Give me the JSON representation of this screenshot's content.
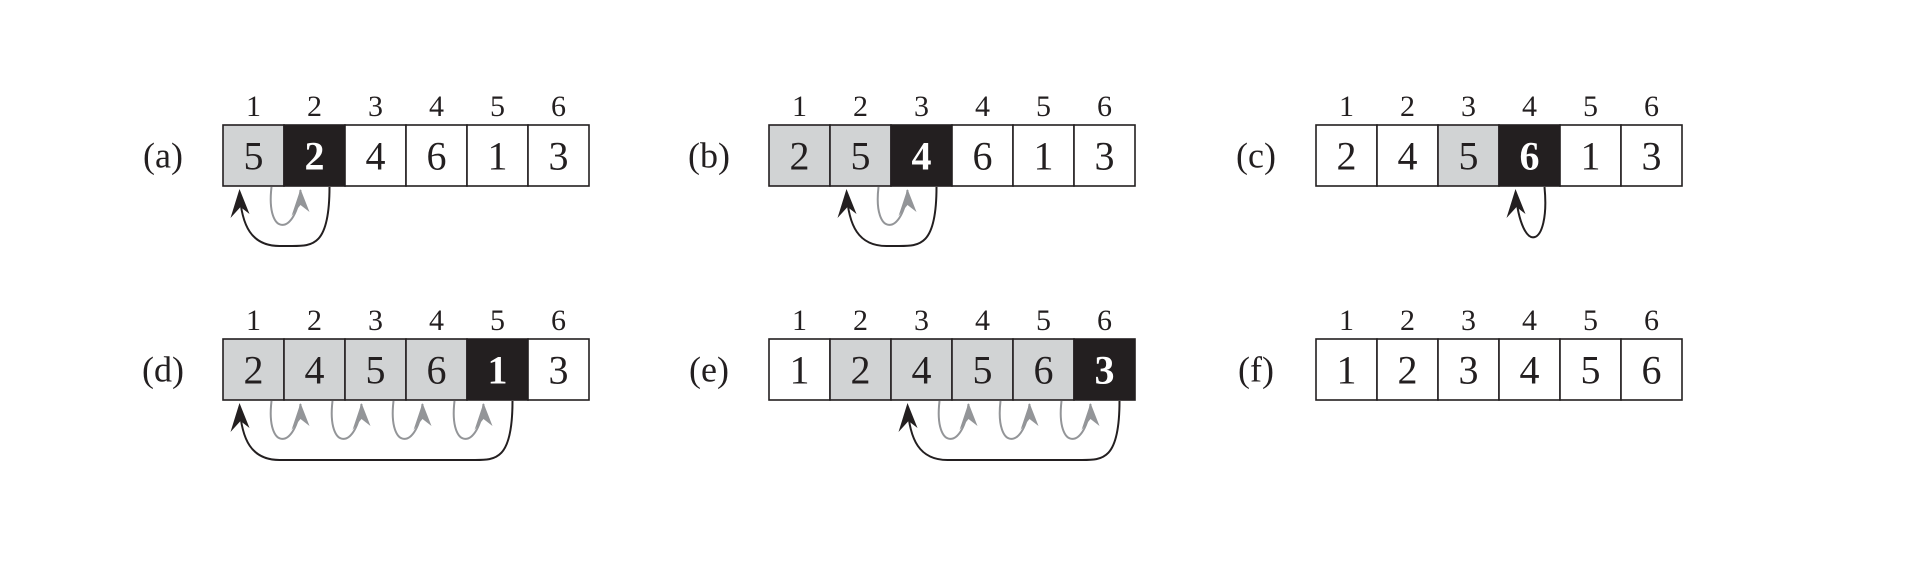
{
  "panels": [
    {
      "label": "(a)",
      "values": [
        "5",
        "2",
        "4",
        "6",
        "1",
        "3"
      ],
      "states": [
        "sorted",
        "key",
        "plain",
        "plain",
        "plain",
        "plain"
      ],
      "key_index": 2,
      "insert_index": 1
    },
    {
      "label": "(b)",
      "values": [
        "2",
        "5",
        "4",
        "6",
        "1",
        "3"
      ],
      "states": [
        "sorted",
        "sorted",
        "key",
        "plain",
        "plain",
        "plain"
      ],
      "key_index": 3,
      "insert_index": 2
    },
    {
      "label": "(c)",
      "values": [
        "2",
        "4",
        "5",
        "6",
        "1",
        "3"
      ],
      "states": [
        "plain",
        "plain",
        "sorted",
        "key",
        "plain",
        "plain"
      ],
      "key_index": 4,
      "insert_index": 4
    },
    {
      "label": "(d)",
      "values": [
        "2",
        "4",
        "5",
        "6",
        "1",
        "3"
      ],
      "states": [
        "sorted",
        "sorted",
        "sorted",
        "sorted",
        "key",
        "plain"
      ],
      "key_index": 5,
      "insert_index": 1
    },
    {
      "label": "(e)",
      "values": [
        "1",
        "2",
        "4",
        "5",
        "6",
        "3"
      ],
      "states": [
        "plain",
        "sorted",
        "sorted",
        "sorted",
        "sorted",
        "key"
      ],
      "key_index": 6,
      "insert_index": 3
    },
    {
      "label": "(f)",
      "values": [
        "1",
        "2",
        "3",
        "4",
        "5",
        "6"
      ],
      "states": [
        "plain",
        "plain",
        "plain",
        "plain",
        "plain",
        "plain"
      ],
      "key_index": null,
      "insert_index": null
    }
  ],
  "indices": [
    "1",
    "2",
    "3",
    "4",
    "5",
    "6"
  ],
  "colors": {
    "plain": "#ffffff",
    "sorted": "#d1d3d4",
    "key": "#231f20",
    "border": "#231f20",
    "text": "#231f20",
    "key_text": "#ffffff",
    "shift_arrow": "#939598",
    "key_arrow": "#231f20"
  }
}
